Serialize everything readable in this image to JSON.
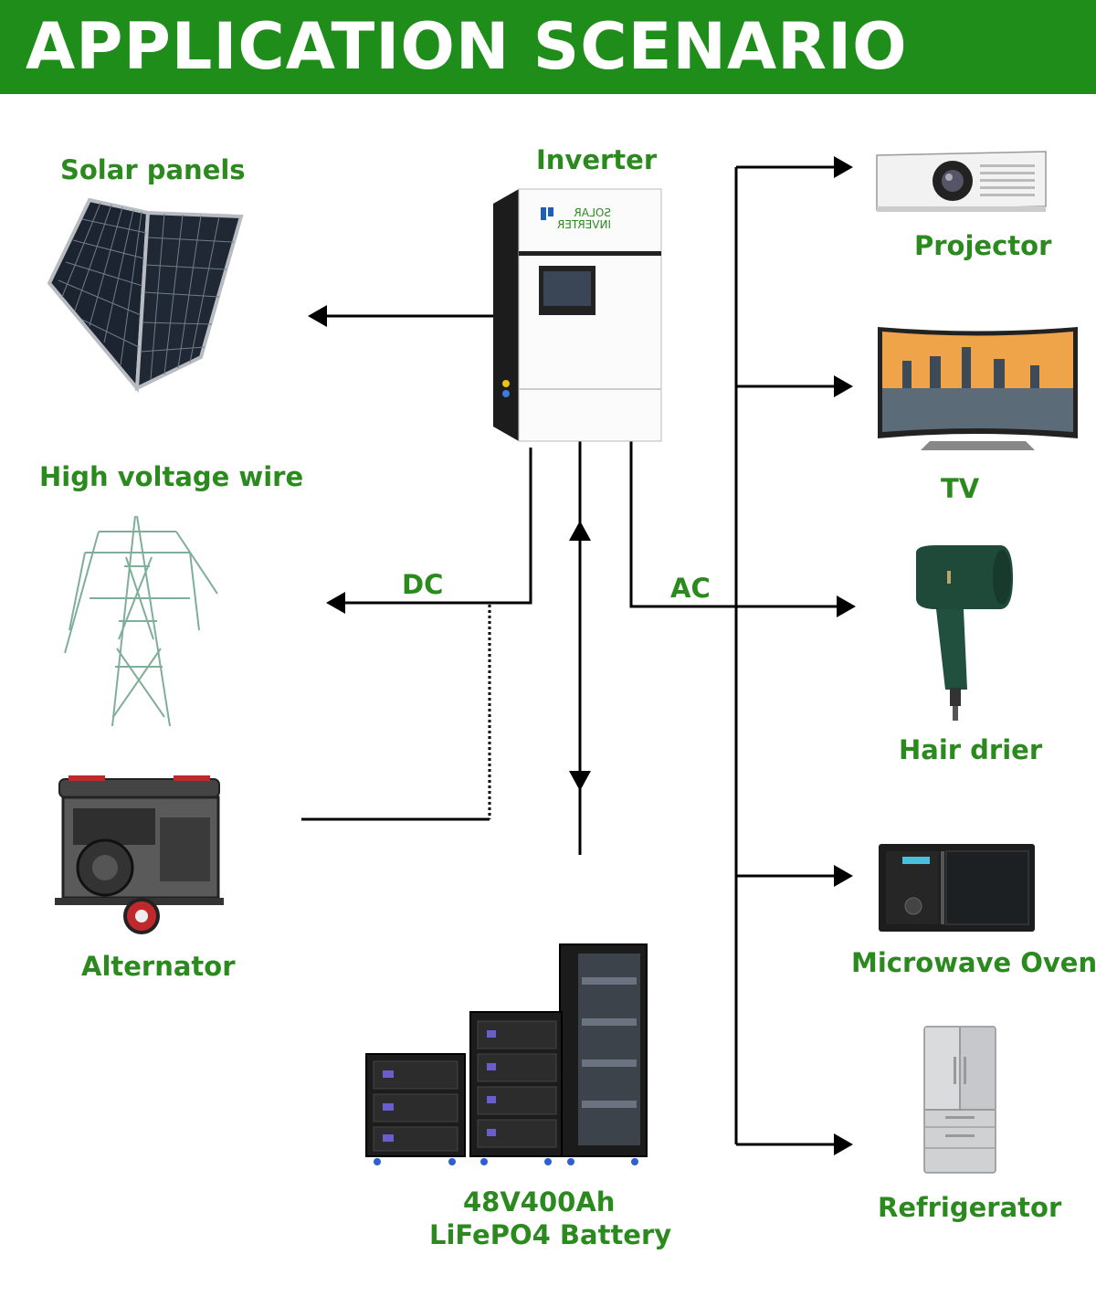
{
  "header": {
    "title": "APPLICATION SCENARIO"
  },
  "colors": {
    "banner": "#1f8d1a",
    "label": "#2b8a1e",
    "line": "#000000"
  },
  "sources": [
    {
      "label": "Solar panels",
      "icon": "solar-panel-icon"
    },
    {
      "label": "High voltage wire",
      "icon": "power-tower-icon"
    },
    {
      "label": "Alternator",
      "icon": "generator-icon"
    }
  ],
  "center": {
    "inverter_label": "Inverter",
    "inverter_brand": "SOLAR",
    "inverter_brand_sub": "INVERTER",
    "dc_label": "DC",
    "ac_label": "AC",
    "battery_line1": "48V400Ah",
    "battery_line2": "LiFePO4 Battery"
  },
  "loads": [
    {
      "label": "Projector",
      "icon": "projector-icon"
    },
    {
      "label": "TV",
      "icon": "tv-icon"
    },
    {
      "label": "Hair drier",
      "icon": "hair-drier-icon"
    },
    {
      "label": "Microwave Oven",
      "icon": "microwave-icon"
    },
    {
      "label": "Refrigerator",
      "icon": "refrigerator-icon"
    }
  ]
}
